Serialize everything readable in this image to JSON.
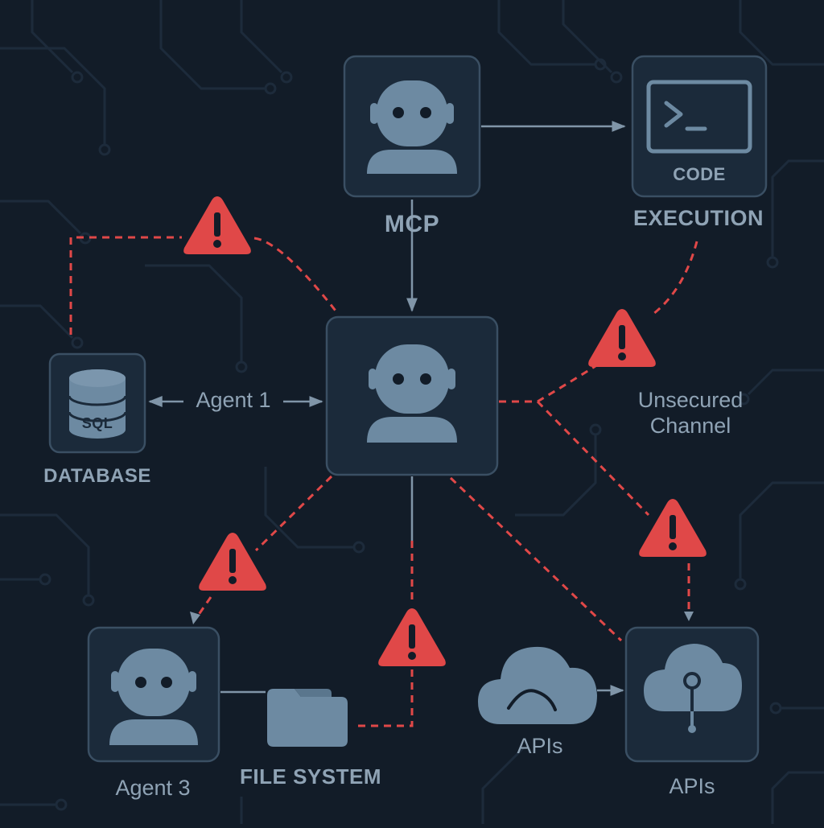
{
  "nodes": {
    "mcp": {
      "label": "MCP"
    },
    "agent1": {
      "label": "Agent 1"
    },
    "agent3": {
      "label": "Agent 3"
    },
    "code": {
      "inner_label": "CODE",
      "label": "EXECUTION"
    },
    "database": {
      "inner_label": "SQL",
      "label": "DATABASE"
    },
    "file_system": {
      "label": "FILE SYSTEM"
    },
    "apis_cloud": {
      "label": "APIs"
    },
    "apis_node": {
      "label": "APIs"
    }
  },
  "annotations": {
    "unsecured_channel": {
      "line1": "Unsecured",
      "line2": "Channel"
    }
  },
  "colors": {
    "background": "#121c28",
    "node_fill": "#1b2a3a",
    "node_border": "#3a4f63",
    "icon": "#6d8aa2",
    "connector": "#8095a8",
    "warning": "#e04848",
    "text": "#8fa3b5"
  }
}
